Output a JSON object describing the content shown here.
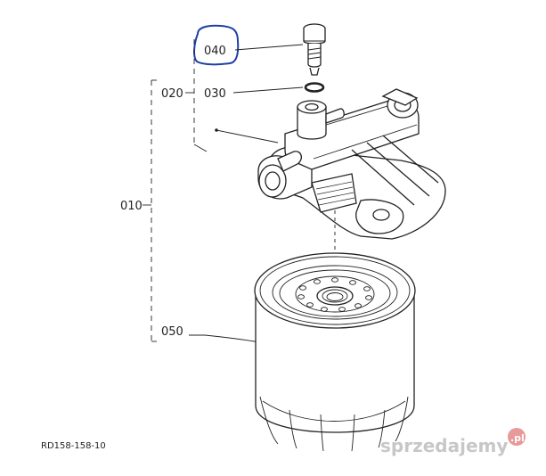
{
  "parts": {
    "p040": "040",
    "p030": "030",
    "p020": "020",
    "p010": "010",
    "p050": "050"
  },
  "drawing_code": "RD158-158-10",
  "watermark": {
    "text": "sprzedajemy",
    "suffix": ".pl"
  },
  "colors": {
    "highlight": "#1f3fa8",
    "line": "#222222",
    "watermark": "#9a9a9a",
    "watermark_badge": "#d64545"
  }
}
